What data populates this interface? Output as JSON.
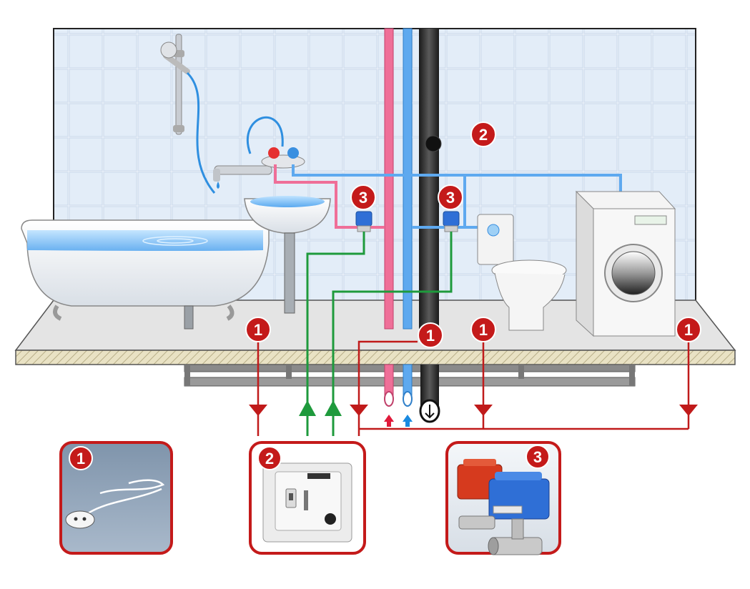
{
  "markers": {
    "sensor": "1",
    "controller": "2",
    "valve": "3"
  },
  "colors": {
    "hot_pipe": "#e0457a",
    "cold_pipe": "#3a8fe0",
    "drain_pipe": "#3a3a3a",
    "sensor_line": "#c01a1a",
    "control_line": "#1e9a3c",
    "badge": "#c41a1a",
    "wall_tile": "#e8f1fa",
    "floor": "#e6e0c8"
  },
  "icons": {
    "sensor": "water-leak-sensor-icon",
    "controller": "leak-controller-icon",
    "valve": "motorized-ball-valve-icon"
  }
}
